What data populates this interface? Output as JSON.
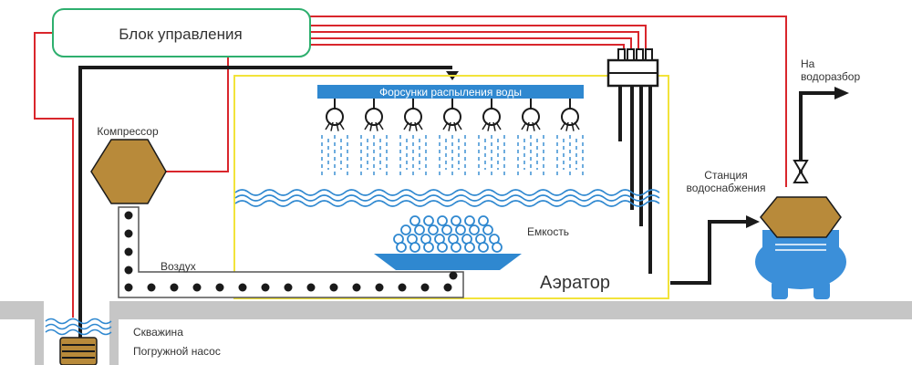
{
  "labels": {
    "control_unit": "Блок управления",
    "compressor": "Компрессор",
    "nozzles": "Форсунки распыления воды",
    "tank": "Емкость",
    "air": "Воздух",
    "aerator": "Аэратор",
    "station_line1": "Станция",
    "station_line2": "водоснабжения",
    "outlet_line1": "На",
    "outlet_line2": "водоразбор",
    "well": "Скважина",
    "pump": "Погружной насос"
  },
  "colors": {
    "wire": "#d9262c",
    "pipe": "#1a1a1a",
    "control_border": "#2eaf6e",
    "aerator_border": "#f2e33a",
    "bronze": "#b88a3a",
    "water": "#2f88d0",
    "pump_body": "#3b8fd9",
    "ground": "#c6c6c6"
  }
}
